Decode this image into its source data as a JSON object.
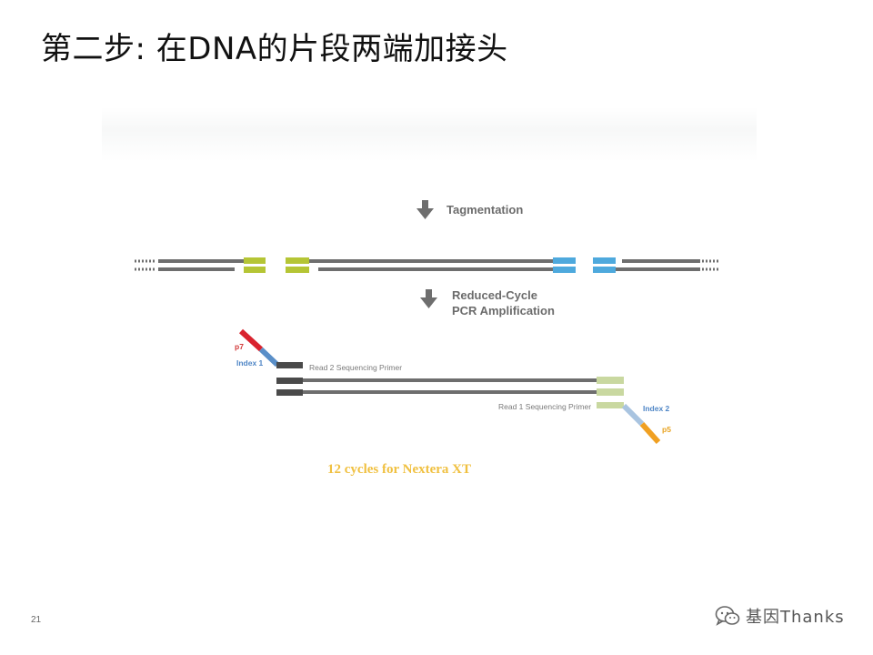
{
  "slide": {
    "title": "第二步: 在DNA的片段两端加接头",
    "page_number": "21"
  },
  "diagram": {
    "step1_label": "Tagmentation",
    "step2_label_line1": "Reduced-Cycle",
    "step2_label_line2": "PCR Amplification",
    "labels": {
      "p7": "p7",
      "index1": "Index 1",
      "read2_primer": "Read 2 Sequencing Primer",
      "read1_primer": "Read 1 Sequencing Primer",
      "index2": "Index 2",
      "p5": "p5"
    },
    "cycles_note": "12 cycles for Nextera XT",
    "colors": {
      "dna": "#6e6e6e",
      "adapter_green": "#b5c535",
      "adapter_blue": "#4ea9dd",
      "p7_red": "#d9232e",
      "index_blue": "#5a8fc8",
      "p5_orange": "#f0a022",
      "read1_light": "#c9d8a0",
      "index2_light": "#a9c4e0"
    }
  },
  "watermark": {
    "icon": "wechat-icon",
    "text": "基因Thanks"
  }
}
